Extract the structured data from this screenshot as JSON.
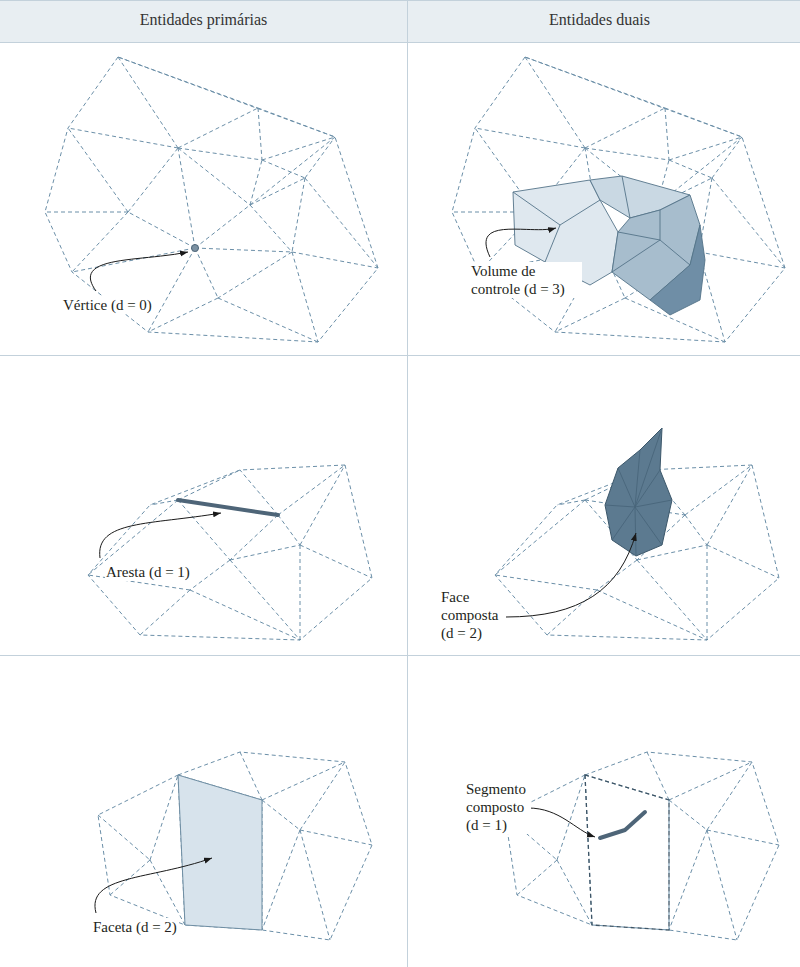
{
  "diagram": {
    "labels": [
      "Entidades primárias",
      "Entidades duais",
      "Vértice (d = 0)",
      "Volume de controle (d = 3)",
      "Aresta (d = 1)",
      "Face composta (d = 2)",
      "Faceta (d = 2)",
      "Segmento composto (d = 1)"
    ]
  }
}
